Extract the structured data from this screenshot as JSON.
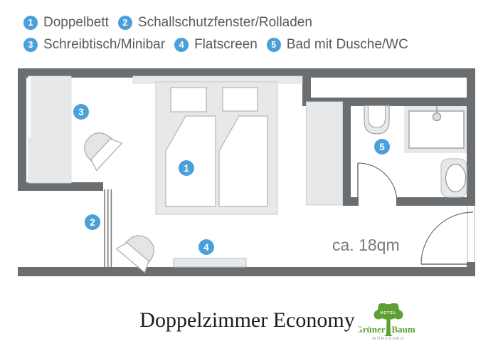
{
  "legend": {
    "rows": [
      {
        "items": [
          {
            "num": "1",
            "label": "Doppelbett"
          },
          {
            "num": "2",
            "label": "Schallschutzfenster/Rolladen"
          }
        ]
      },
      {
        "items": [
          {
            "num": "3",
            "label": "Schreibtisch/Minibar"
          },
          {
            "num": "4",
            "label": "Flatscreen"
          },
          {
            "num": "5",
            "label": "Bad mit Dusche/WC"
          }
        ]
      }
    ]
  },
  "plan": {
    "area_label": "ca. 18qm",
    "markers": [
      {
        "num": "1"
      },
      {
        "num": "2"
      },
      {
        "num": "3"
      },
      {
        "num": "4"
      },
      {
        "num": "5"
      }
    ]
  },
  "footer": {
    "title": "Doppelzimmer Economy",
    "logo": {
      "hotel": "HOTEL",
      "name_left": "Grüner",
      "name_right": "Baum",
      "city": "WÜRZBURG"
    }
  },
  "colors": {
    "marker_blue": "#4aa0d8",
    "wall_gray": "#6b6e70",
    "furniture_fill": "#e7e8ea",
    "logo_green": "#5f9f33",
    "legend_text": "#58595b",
    "area_text": "#77797c"
  }
}
